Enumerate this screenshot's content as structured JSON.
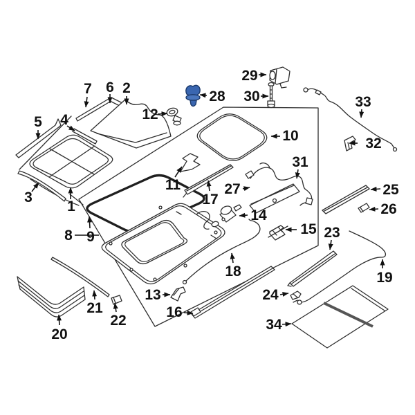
{
  "diagram": {
    "type": "exploded-parts-diagram",
    "subject": "sunroof-assembly",
    "background": "#ffffff",
    "line_color": "#2e2e2e",
    "label_color": "#111111",
    "highlighted_part": {
      "number": "28",
      "fill": "#3a66b0",
      "stroke": "#1c3a6b"
    },
    "callouts": [
      {
        "number": "1"
      },
      {
        "number": "2"
      },
      {
        "number": "3"
      },
      {
        "number": "4"
      },
      {
        "number": "5"
      },
      {
        "number": "6"
      },
      {
        "number": "7"
      },
      {
        "number": "8"
      },
      {
        "number": "9"
      },
      {
        "number": "10"
      },
      {
        "number": "11"
      },
      {
        "number": "12"
      },
      {
        "number": "13"
      },
      {
        "number": "14"
      },
      {
        "number": "15"
      },
      {
        "number": "16"
      },
      {
        "number": "17"
      },
      {
        "number": "18"
      },
      {
        "number": "19"
      },
      {
        "number": "20"
      },
      {
        "number": "21"
      },
      {
        "number": "22"
      },
      {
        "number": "23"
      },
      {
        "number": "24"
      },
      {
        "number": "25"
      },
      {
        "number": "26"
      },
      {
        "number": "27"
      },
      {
        "number": "28"
      },
      {
        "number": "29"
      },
      {
        "number": "30"
      },
      {
        "number": "31"
      },
      {
        "number": "32"
      },
      {
        "number": "33"
      },
      {
        "number": "34"
      }
    ]
  }
}
